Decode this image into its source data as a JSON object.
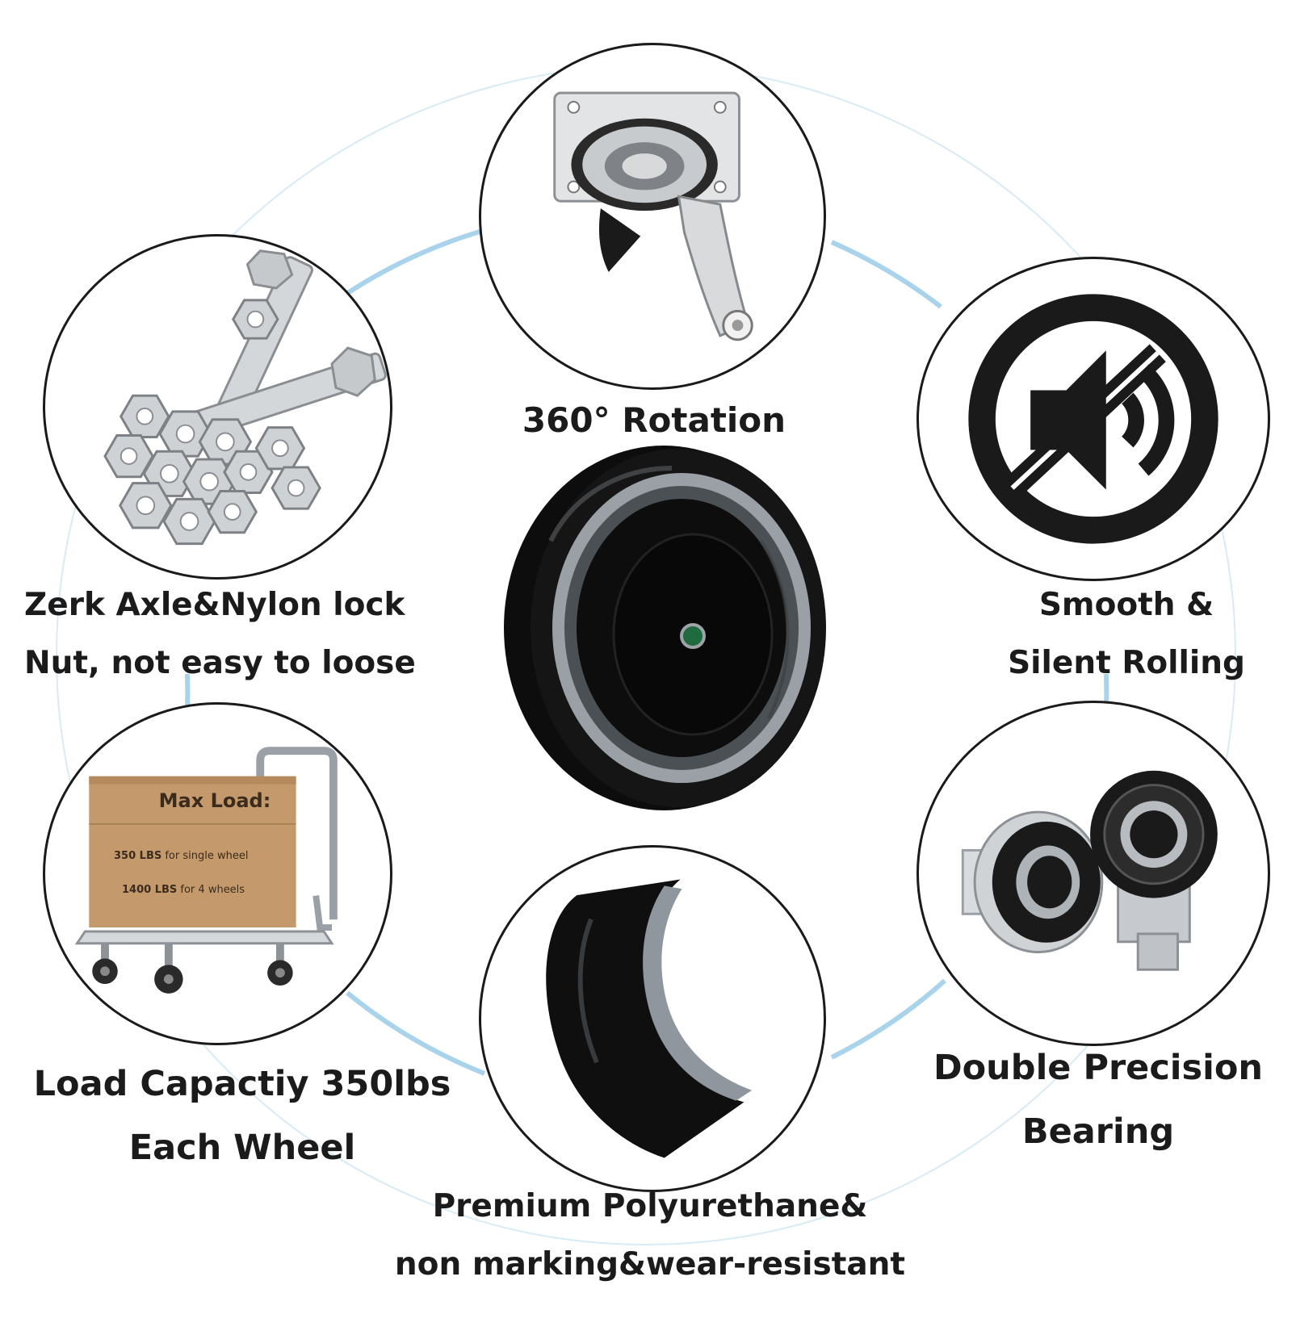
{
  "features": {
    "rotation": {
      "title": "360° Rotation",
      "icon": "swivel-caster-icon"
    },
    "silent": {
      "line1": "Smooth &",
      "line2": "Silent Rolling",
      "icon": "mute-speaker-icon"
    },
    "axle": {
      "line1": "Zerk Axle&Nylon lock",
      "line2": "Nut, not easy to loose",
      "icon": "bolts-nuts-icon"
    },
    "load": {
      "line1": "Load Capactiy 350lbs",
      "line2": "Each Wheel",
      "icon": "platform-cart-icon",
      "box": {
        "title": "Max Load:",
        "single_value": "350 LBS",
        "single_text": "for single wheel",
        "four_value": "1400 LBS",
        "four_text": "for 4 wheels"
      }
    },
    "bearing": {
      "line1": "Double Precision",
      "line2": "Bearing",
      "icon": "bearing-icon"
    },
    "polyurethane": {
      "line1": "Premium Polyurethane&",
      "line2": "non marking&wear-resistant",
      "icon": "wheel-tread-icon"
    }
  },
  "center": {
    "icon": "caster-wheel-icon"
  },
  "colors": {
    "ring": "#a9d3ea",
    "outline": "#1a1a1a",
    "wheel": "#0d0d0d",
    "tread": "#8f969d",
    "cardboard": "#c49a6c"
  }
}
